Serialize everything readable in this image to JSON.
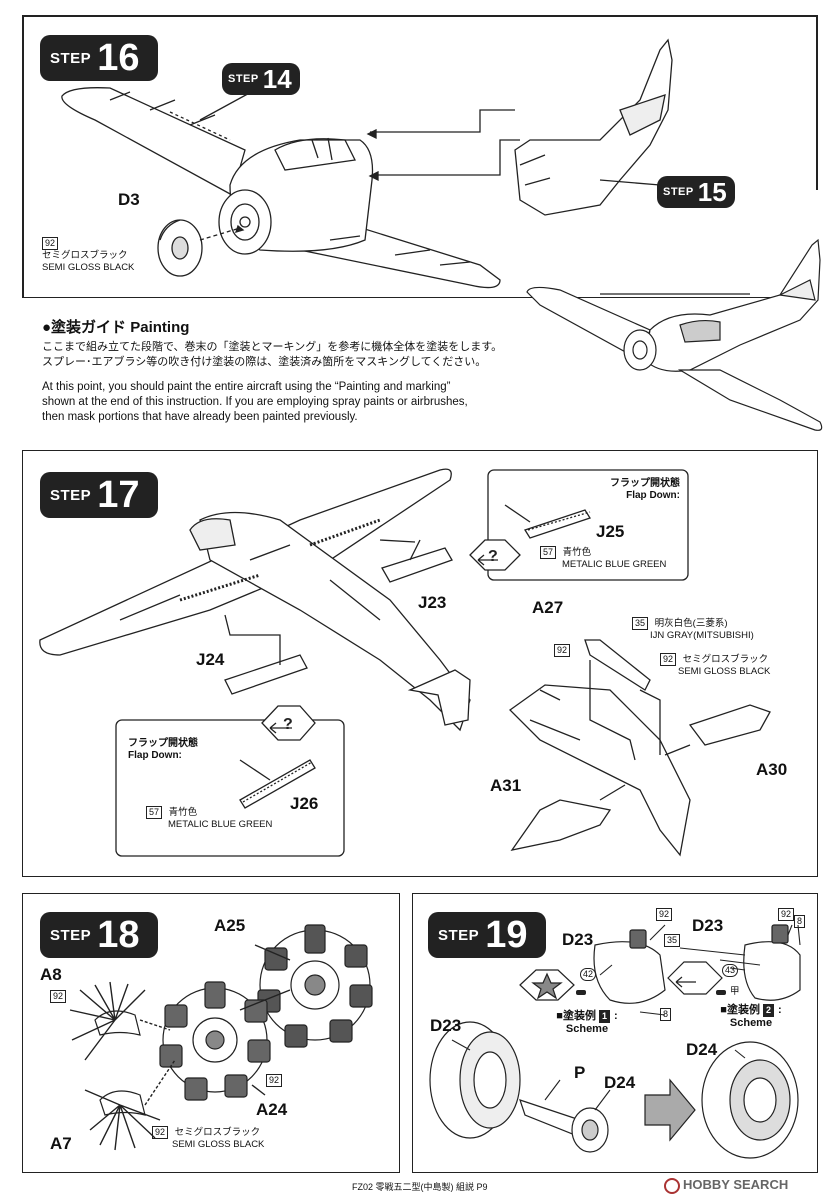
{
  "steps": {
    "s16": {
      "word": "STEP",
      "num": "16"
    },
    "s14": {
      "word": "STEP",
      "num": "14"
    },
    "s15": {
      "word": "STEP",
      "num": "15"
    },
    "s17": {
      "word": "STEP",
      "num": "17"
    },
    "s18": {
      "word": "STEP",
      "num": "18"
    },
    "s19": {
      "word": "STEP",
      "num": "19"
    }
  },
  "step16": {
    "part": "D3",
    "paint_num": "92",
    "paint_jp": "セミグロスブラック",
    "paint_en": "SEMI GLOSS BLACK"
  },
  "painting": {
    "title": "●塗装ガイド Painting",
    "jp_line1": "ここまで組み立てた段階で、巻末の「塗装とマーキング」を参考に機体全体を塗装をします。",
    "jp_line2": "スプレー･エアブラシ等の吹き付け塗装の際は、塗装済み箇所をマスキングしてください。",
    "en_line1": "At this point, you should paint the entire aircraft using the “Painting and marking”",
    "en_line2": "shown at the end of this instruction. If you are employing spray paints or airbrushes,",
    "en_line3": "then mask portions that have already been painted previously."
  },
  "step17": {
    "flap_jp": "フラップ開状態",
    "flap_en": "Flap Down:",
    "j25": "J25",
    "j26": "J26",
    "j23": "J23",
    "j24": "J24",
    "a27": "A27",
    "a30": "A30",
    "a31": "A31",
    "paint57_num": "57",
    "paint57_jp": "青竹色",
    "paint57_en": "METALIC BLUE GREEN",
    "paint35_num": "35",
    "paint35_jp": "明灰白色(三菱系)",
    "paint35_en": "IJN GRAY(MITSUBISHI)",
    "paint92_num": "92",
    "paint92_jp": "セミグロスブラック",
    "paint92_en": "SEMI GLOSS BLACK"
  },
  "step18": {
    "a25": "A25",
    "a8": "A8",
    "a7": "A7",
    "a24": "A24",
    "n92": "92",
    "paint_jp": "セミグロスブラック",
    "paint_en": "SEMI GLOSS BLACK"
  },
  "step19": {
    "d23a": "D23",
    "d23b": "D23",
    "d23c": "D23",
    "d24a": "D24",
    "d24b": "D24",
    "p": "P",
    "n92": "92",
    "n8": "8",
    "n42": "42",
    "n35": "35",
    "n43": "43",
    "scheme1_jp": "■塗装例",
    "scheme1_num": "1",
    "scheme2_jp": "■塗装例",
    "scheme2_num": "2",
    "scheme_en": "Scheme",
    "ko": "甲"
  },
  "footer": {
    "text": "FZ02 零戦五二型(中島製) 組説 P9",
    "watermark": "HOBBY SEARCH"
  }
}
